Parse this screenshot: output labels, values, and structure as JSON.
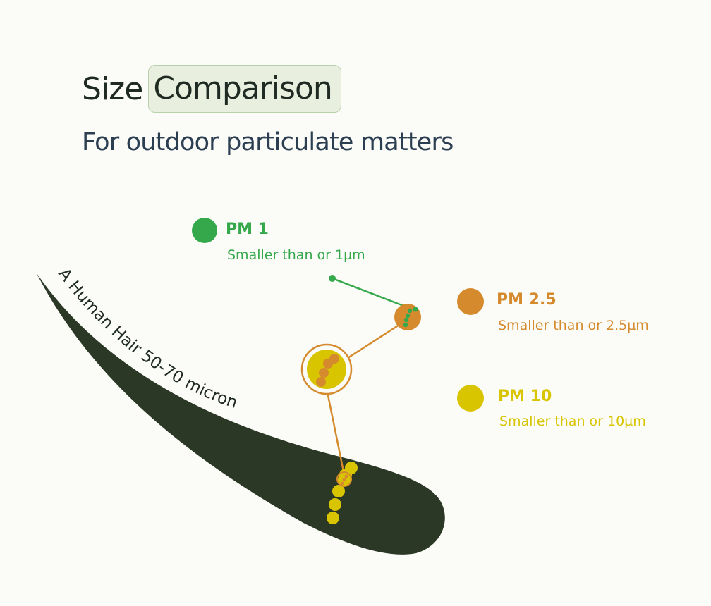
{
  "title": {
    "word": "Size",
    "highlight": "Comparison"
  },
  "subtitle": "For outdoor particulate matters",
  "hair_label": "A Human Hair 50-70 micron",
  "legend": [
    {
      "name": "PM 1",
      "desc": "Smaller than or 1µm",
      "color": "#35a84c"
    },
    {
      "name": "PM 2.5",
      "desc": "Smaller than or 2.5µm",
      "color": "#d58a2d"
    },
    {
      "name": "PM 10",
      "desc": "Smaller than or 10µm",
      "color": "#d8c500"
    }
  ],
  "colors": {
    "hair": "#2b3826",
    "background": "#fbfcf7"
  }
}
